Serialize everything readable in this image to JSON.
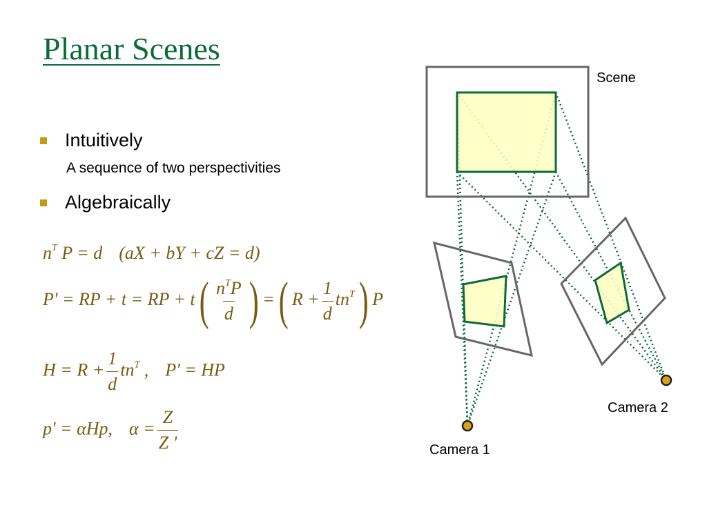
{
  "title": "Planar Scenes",
  "bullets": [
    {
      "text": "Intuitively",
      "sub": "A sequence of two perspectivities"
    },
    {
      "text": "Algebraically"
    }
  ],
  "equations": {
    "eq1": "nᵀP = d   (aX + bY + cZ = d)",
    "eq2": "P' = RP + t = RP + t (nᵀP / d) = (R + (1/d) t nᵀ) P",
    "eq3": "H = R + (1/d) t nᵀ,   P' = HP",
    "eq4": "p' = αHp,   α = Z / Z'"
  },
  "diagram": {
    "scene_label": "Scene",
    "camera1_label": "Camera 1",
    "camera2_label": "Camera 2",
    "colors": {
      "frame": "#666666",
      "plane_stroke": "#0a6b35",
      "plane_fill": "#ffffc0",
      "ray": "#0a6b35",
      "camera_fill": "#d9a21c",
      "camera_stroke": "#222222"
    }
  }
}
